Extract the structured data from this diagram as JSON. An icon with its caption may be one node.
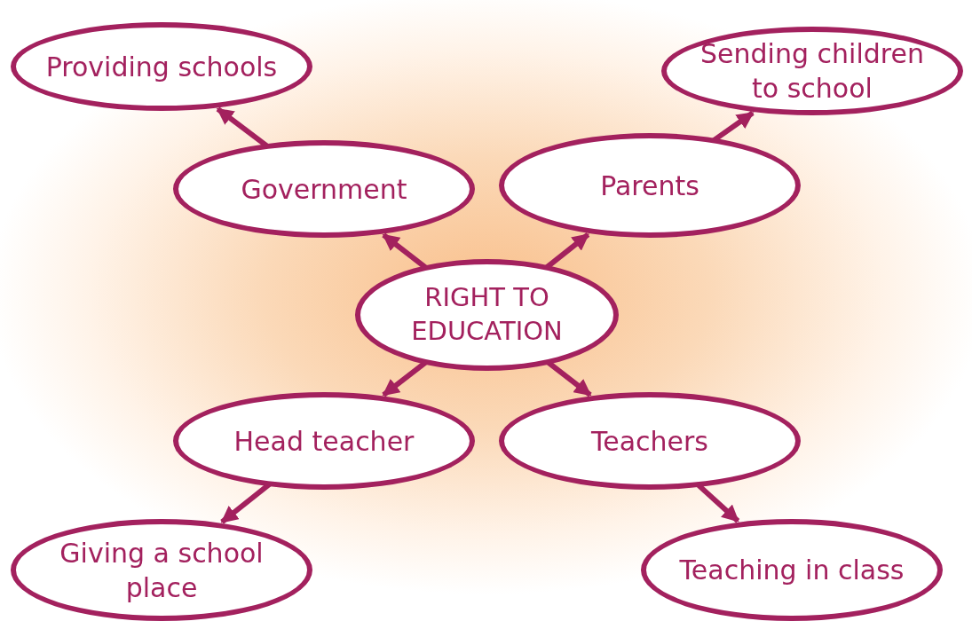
{
  "diagram": {
    "nodes": [
      {
        "text": [
          "Providing schools"
        ]
      },
      {
        "text": [
          "Sending children to school"
        ]
      },
      {
        "text": [
          "Government"
        ]
      },
      {
        "text": [
          "Parents"
        ]
      },
      {
        "text": [
          "RIGHT TO EDUCATION"
        ]
      },
      {
        "text": [
          "Head teacher"
        ]
      },
      {
        "text": [
          "Teachers"
        ]
      },
      {
        "text": [
          "Giving a school place"
        ]
      },
      {
        "text": [
          "Teaching in class"
        ]
      }
    ],
    "edges": [
      {
        "from": 4,
        "to": 2,
        "arrow": "to"
      },
      {
        "from": 4,
        "to": 3,
        "arrow": "to"
      },
      {
        "from": 4,
        "to": 5,
        "arrow": "to"
      },
      {
        "from": 4,
        "to": 6,
        "arrow": "to"
      },
      {
        "from": 2,
        "to": 0,
        "arrow": "to"
      },
      {
        "from": 3,
        "to": 1,
        "arrow": "to"
      },
      {
        "from": 5,
        "to": 7,
        "arrow": "to"
      },
      {
        "from": 6,
        "to": 8,
        "arrow": "to"
      }
    ]
  }
}
